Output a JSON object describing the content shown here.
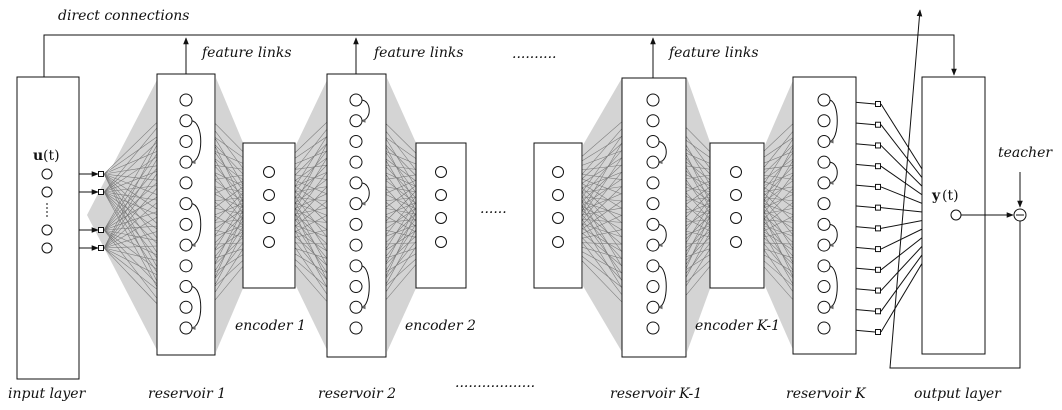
{
  "labels": {
    "direct_connections": "direct connections",
    "feature_links_1": "feature links",
    "feature_links_2": "feature links",
    "feature_links_3": "feature links",
    "input_layer": "input layer",
    "reservoir_1": "reservoir 1",
    "reservoir_2": "reservoir 2",
    "reservoir_km1": "reservoir K-1",
    "reservoir_k": "reservoir K",
    "output_layer": "output layer",
    "encoder_1": "encoder 1",
    "encoder_2": "encoder 2",
    "encoder_km1": "encoder K-1",
    "teacher": "teacher",
    "input_var": "u",
    "output_var": "y",
    "time_arg": "(t)",
    "ellipsis_top": "..........",
    "ellipsis_mid": "......",
    "ellipsis_bottom": ".................."
  },
  "colors": {
    "fan_fill": "#d4d4d4",
    "connection_gray": "#777777",
    "line": "#111111"
  }
}
